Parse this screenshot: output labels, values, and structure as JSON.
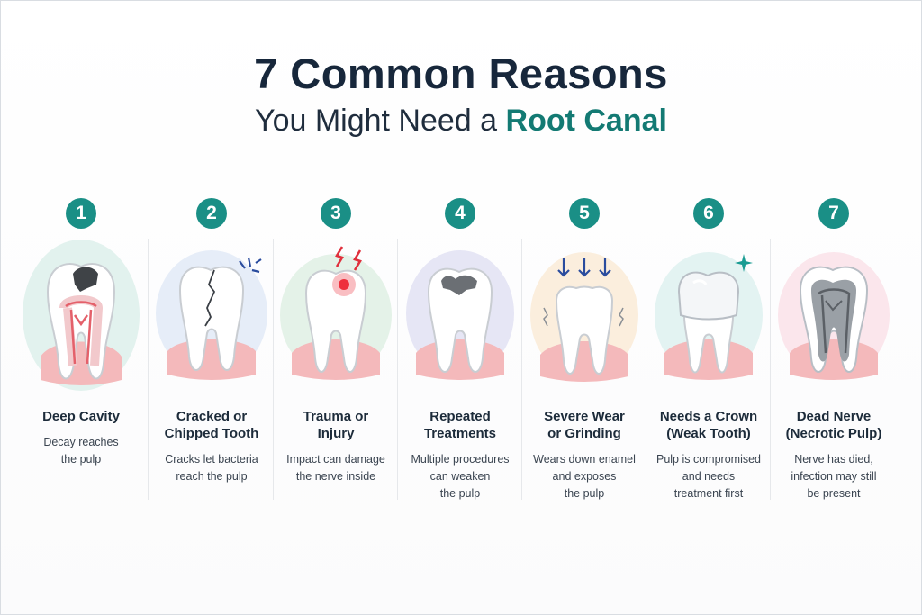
{
  "title": "7 Common Reasons",
  "subtitle_prefix": "You Might Need a ",
  "subtitle_highlight": "Root Canal",
  "colors": {
    "accent": "#1a8f86",
    "title": "#17273b",
    "gum": "#f3b7b9",
    "pulp_red": "#e4606a"
  },
  "cards": [
    {
      "number": "1",
      "title": "Deep Cavity",
      "desc": "Decay reaches\nthe pulp",
      "icon": "decayed-tooth-icon"
    },
    {
      "number": "2",
      "title": "Cracked or\nChipped Tooth",
      "desc": "Cracks let bacteria\nreach the pulp",
      "icon": "cracked-tooth-icon"
    },
    {
      "number": "3",
      "title": "Trauma or\nInjury",
      "desc": "Impact can damage\nthe nerve inside",
      "icon": "injured-tooth-icon"
    },
    {
      "number": "4",
      "title": "Repeated\nTreatments",
      "desc": "Multiple procedures\ncan weaken\nthe pulp",
      "icon": "filled-tooth-icon"
    },
    {
      "number": "5",
      "title": "Severe Wear\nor Grinding",
      "desc": "Wears down enamel\nand exposes\nthe pulp",
      "icon": "worn-tooth-icon"
    },
    {
      "number": "6",
      "title": "Needs a Crown\n(Weak Tooth)",
      "desc": "Pulp is compromised\nand needs\ntreatment first",
      "icon": "crowned-tooth-icon"
    },
    {
      "number": "7",
      "title": "Dead Nerve\n(Necrotic Pulp)",
      "desc": "Nerve has died,\ninfection may still\nbe present",
      "icon": "necrotic-tooth-icon"
    }
  ]
}
